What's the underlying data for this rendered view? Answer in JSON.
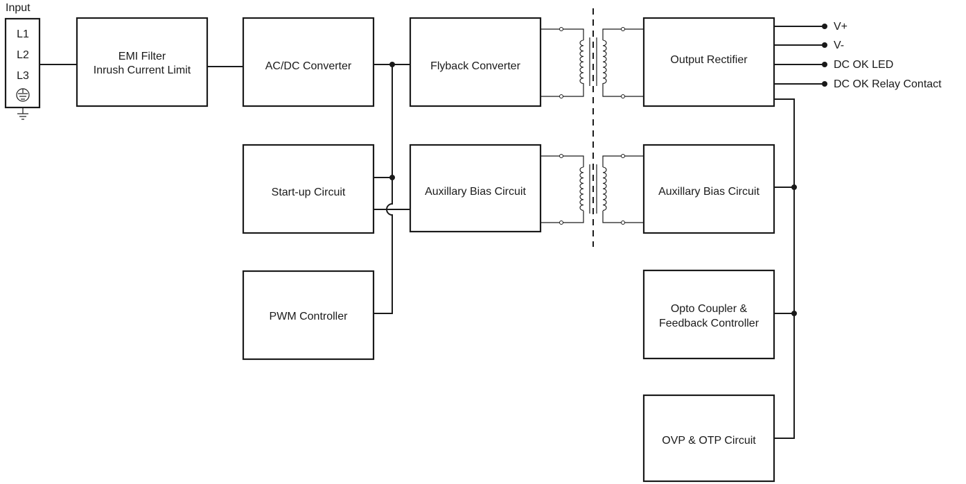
{
  "input": {
    "title": "Input",
    "lines": [
      "L1",
      "L2",
      "L3"
    ],
    "ground": "protective-earth-icon"
  },
  "blocks": {
    "emi_filter": [
      "EMI Filter",
      "Inrush Current Limit"
    ],
    "acdc": [
      "AC/DC Converter"
    ],
    "startup": [
      "Start-up Circuit"
    ],
    "pwm": [
      "PWM Controller"
    ],
    "flyback": [
      "Flyback Converter"
    ],
    "aux_primary": [
      "Auxillary Bias Circuit"
    ],
    "output_rectifier": [
      "Output Rectifier"
    ],
    "aux_secondary": [
      "Auxillary Bias Circuit"
    ],
    "opto": [
      "Opto Coupler &",
      "Feedback Controller"
    ],
    "ovp": [
      "OVP & OTP Circuit"
    ]
  },
  "outputs": [
    "V+",
    "V-",
    "DC OK LED",
    "DC OK Relay Contact"
  ],
  "colors": {
    "ink": "#1a1a1a",
    "background": "#ffffff"
  }
}
